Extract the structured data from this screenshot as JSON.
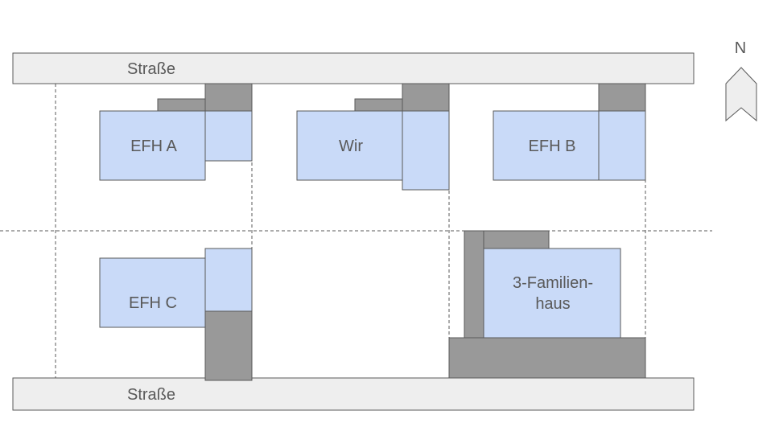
{
  "roads": {
    "top_label": "Straße",
    "bottom_label": "Straße"
  },
  "compass": {
    "label": "N"
  },
  "houses": {
    "efh_a": "EFH A",
    "wir": "Wir",
    "efh_b": "EFH B",
    "efh_c": "EFH C",
    "three_family_line1": "3-Familien-",
    "three_family_line2": "haus"
  },
  "colors": {
    "house": "#c9daf8",
    "garage": "#999999",
    "road": "#eeeeee",
    "line": "#595959"
  },
  "icons": [
    "north-arrow-icon"
  ]
}
